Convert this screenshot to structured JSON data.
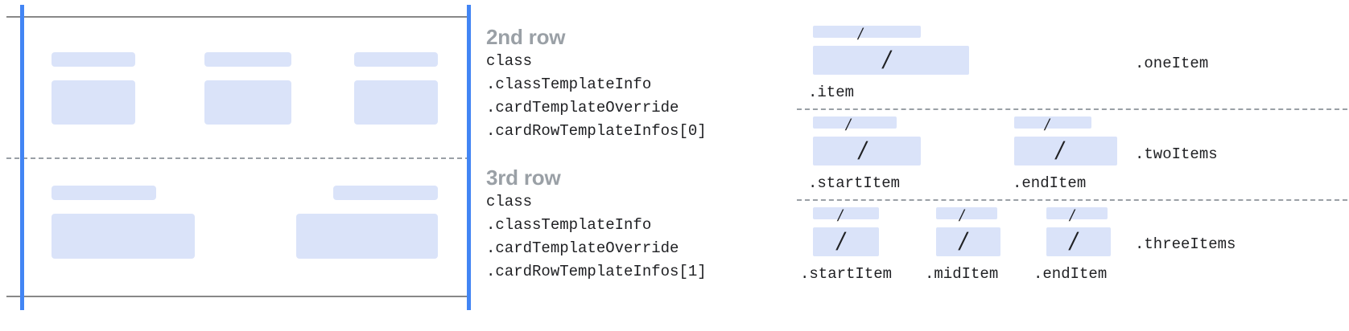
{
  "left_preview": {
    "name": "card-row-preview",
    "accent_color": "#4285f4",
    "chip_color": "#dae3f9",
    "rule_color": "#888888",
    "divider_color": "#9aa0a6",
    "rows": [
      {
        "name": "second-row-preview",
        "cells": [
          {
            "title_bar": true,
            "body_bar": true
          },
          {
            "title_bar": true,
            "body_bar": true
          },
          {
            "title_bar": true,
            "body_bar": true
          }
        ]
      },
      {
        "name": "third-row-preview",
        "cells": [
          {
            "title_bar": true,
            "body_bar": true
          },
          {
            "title_bar": true,
            "body_bar": true
          }
        ]
      }
    ]
  },
  "row_blocks": [
    {
      "title": "2nd row",
      "code_lines": [
        "class",
        ".classTemplateInfo",
        ".cardTemplateOverride",
        ".cardRowTemplateInfos[0]"
      ]
    },
    {
      "title": "3rd row",
      "code_lines": [
        "class",
        ".classTemplateInfo",
        ".cardTemplateOverride",
        ".cardRowTemplateInfos[1]"
      ]
    }
  ],
  "layout_variants": [
    {
      "variant_label": ".oneItem",
      "slots": [
        {
          "label": ".item"
        }
      ]
    },
    {
      "variant_label": ".twoItems",
      "slots": [
        {
          "label": ".startItem"
        },
        {
          "label": ".endItem"
        }
      ]
    },
    {
      "variant_label": ".threeItems",
      "slots": [
        {
          "label": ".startItem"
        },
        {
          "label": ".midItem"
        },
        {
          "label": ".endItem"
        }
      ]
    }
  ],
  "slash_glyph": "/"
}
